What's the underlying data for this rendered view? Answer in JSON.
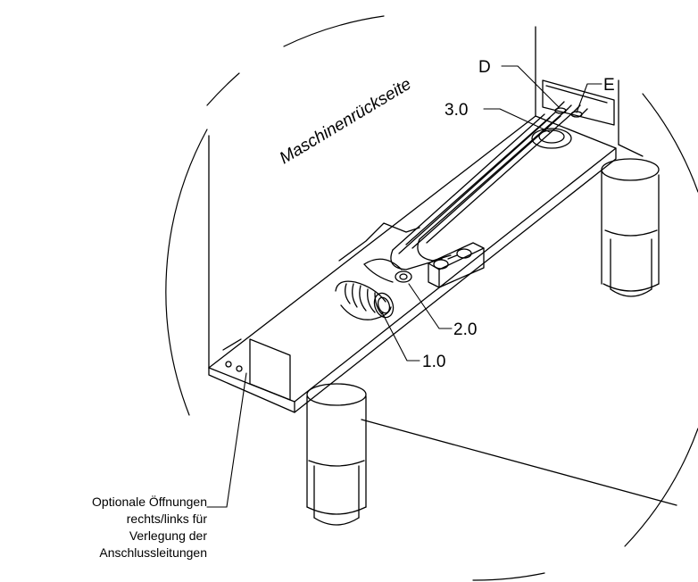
{
  "drawing": {
    "machine_side_label": "Maschinenrückseite"
  },
  "callouts": {
    "d": "D",
    "e": "E",
    "c30": "3.0",
    "c20": "2.0",
    "c10": "1.0"
  },
  "note": {
    "lines": [
      "Optionale Öffnungen",
      "rechts/links für",
      "Verlegung der",
      "Anschlussleitungen"
    ]
  }
}
